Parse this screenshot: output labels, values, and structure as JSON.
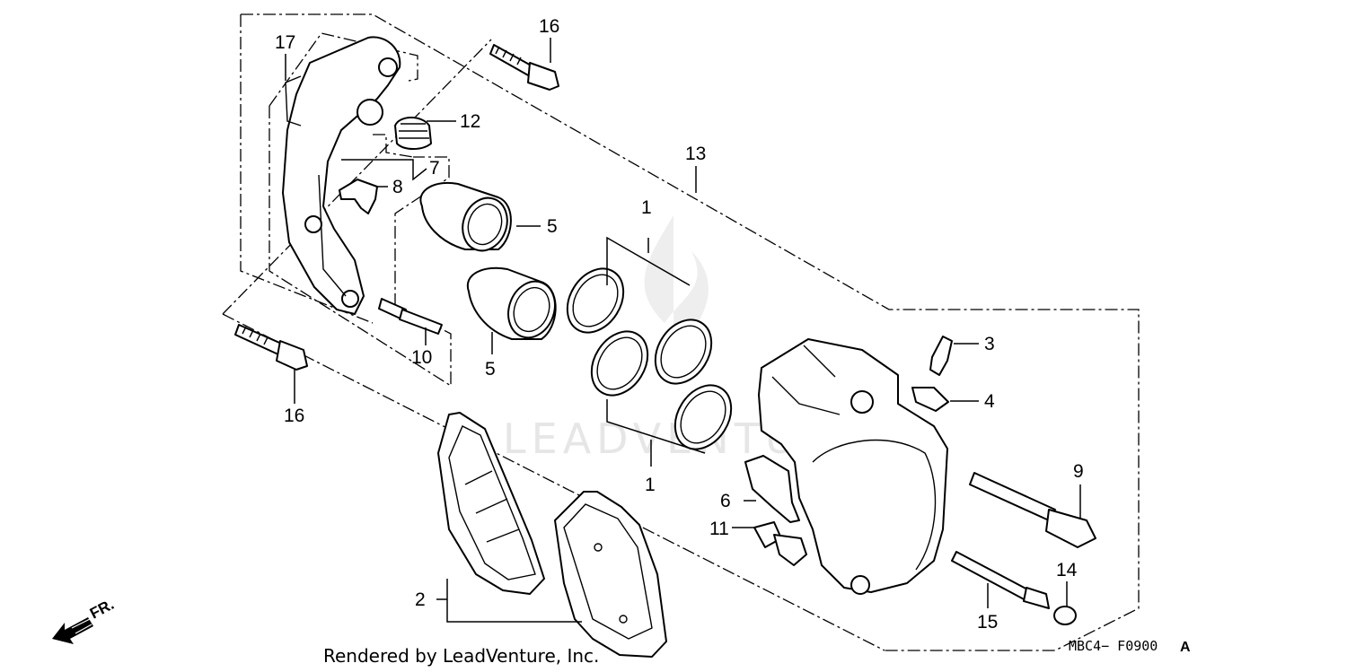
{
  "watermark": "LEADVENTURE",
  "credit": "Rendered by LeadVenture, Inc.",
  "diagram_code": "MBC4− F0900",
  "diagram_code_suffix": "A",
  "front_marker": "FR.",
  "callouts": {
    "c1a": "1",
    "c1b": "1",
    "c2": "2",
    "c3": "3",
    "c4": "4",
    "c5a": "5",
    "c5b": "5",
    "c6": "6",
    "c7": "7",
    "c8": "8",
    "c9": "9",
    "c10": "10",
    "c11": "11",
    "c12": "12",
    "c13": "13",
    "c14": "14",
    "c15": "15",
    "c16a": "16",
    "c16b": "16",
    "c17": "17"
  }
}
